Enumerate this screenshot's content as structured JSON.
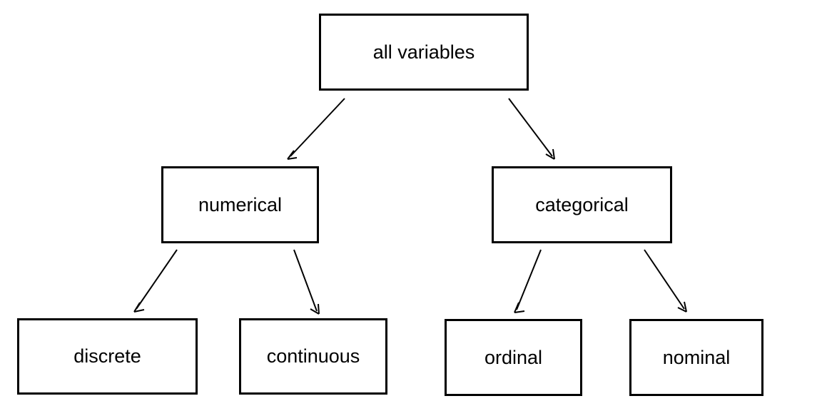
{
  "diagram": {
    "type": "tree",
    "nodes": {
      "root": {
        "label": "all variables"
      },
      "numerical": {
        "label": "numerical"
      },
      "categorical": {
        "label": "categorical"
      },
      "discrete": {
        "label": "discrete"
      },
      "continuous": {
        "label": "continuous"
      },
      "ordinal": {
        "label": "ordinal"
      },
      "nominal": {
        "label": "nominal"
      }
    },
    "edges": [
      {
        "from": "all variables",
        "to": "numerical"
      },
      {
        "from": "all variables",
        "to": "categorical"
      },
      {
        "from": "numerical",
        "to": "discrete"
      },
      {
        "from": "numerical",
        "to": "continuous"
      },
      {
        "from": "categorical",
        "to": "ordinal"
      },
      {
        "from": "categorical",
        "to": "nominal"
      }
    ],
    "colors": {
      "background": "#ffffff",
      "box_border": "#000000",
      "text": "#000000",
      "arrow": "#000000"
    }
  }
}
